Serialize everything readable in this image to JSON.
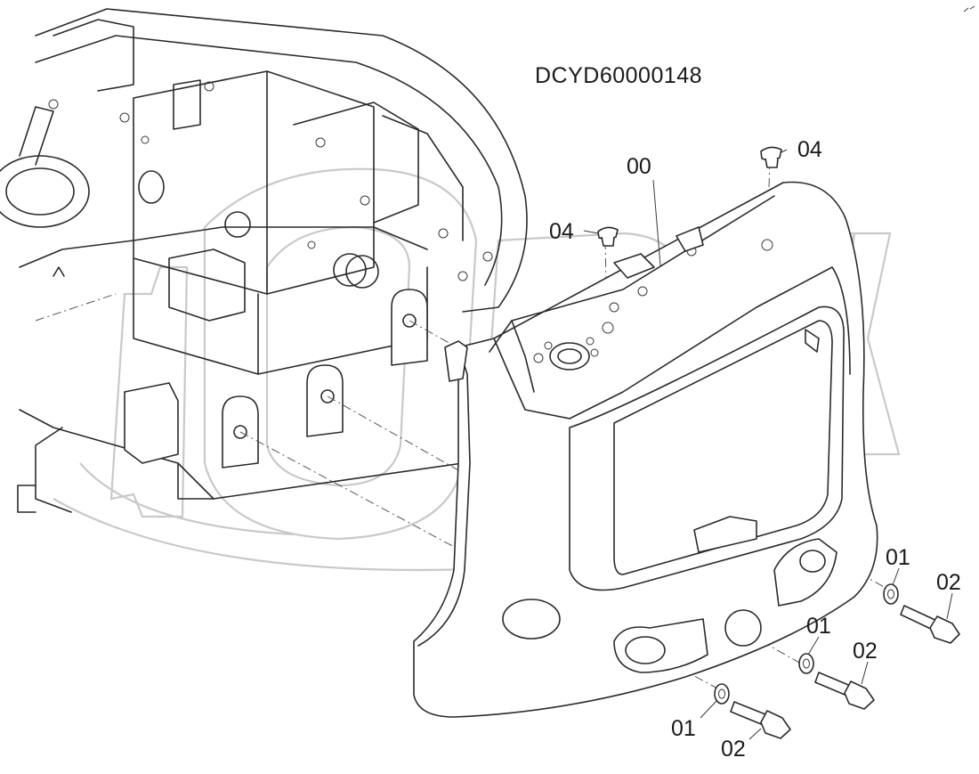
{
  "diagram_code": "DCYD60000148",
  "watermark_text": "OPEX",
  "callouts": [
    {
      "id": "c00",
      "text": "00"
    },
    {
      "id": "c04a",
      "text": "04"
    },
    {
      "id": "c04b",
      "text": "04"
    },
    {
      "id": "c01a",
      "text": "01"
    },
    {
      "id": "c02a",
      "text": "02"
    },
    {
      "id": "c01b",
      "text": "01"
    },
    {
      "id": "c02b",
      "text": "02"
    },
    {
      "id": "c01c",
      "text": "01"
    },
    {
      "id": "c02c",
      "text": "02"
    }
  ],
  "colors": {
    "line": "#2a2a2a",
    "watermark": "#c9c9c9",
    "background": "#ffffff"
  }
}
